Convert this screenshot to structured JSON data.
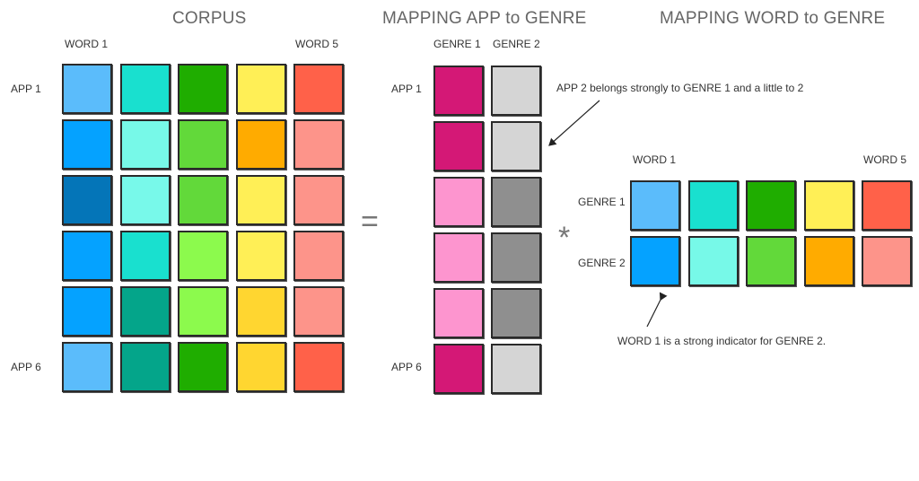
{
  "titles": {
    "corpus": "CORPUS",
    "app_genre": "MAPPING APP to GENRE",
    "word_genre": "MAPPING WORD to GENRE"
  },
  "corpus": {
    "word_first": "WORD 1",
    "word_last": "WORD 5",
    "app_first": "APP 1",
    "app_last": "APP 6",
    "colors": [
      [
        "#5bbcfb",
        "#19e0cf",
        "#1fad00",
        "#ffef56",
        "#ff6149"
      ],
      [
        "#05a2ff",
        "#77f9e8",
        "#62d93a",
        "#ffab00",
        "#fd948a"
      ],
      [
        "#0475b8",
        "#78f9ea",
        "#62d93a",
        "#ffef56",
        "#fd948a"
      ],
      [
        "#05a2ff",
        "#19e0cf",
        "#8cfa4d",
        "#ffef56",
        "#fd948a"
      ],
      [
        "#05a2ff",
        "#04a58a",
        "#8cfa4d",
        "#ffd630",
        "#fd948a"
      ],
      [
        "#5bbcfb",
        "#04a58a",
        "#1fad00",
        "#ffd630",
        "#ff6149"
      ]
    ]
  },
  "app_genre": {
    "genre1": "GENRE 1",
    "genre2": "GENRE 2",
    "app_first": "APP 1",
    "app_last": "APP 6",
    "colors": [
      [
        "#d41876",
        "#d5d5d5"
      ],
      [
        "#d41876",
        "#d5d5d5"
      ],
      [
        "#fd95cf",
        "#8f8f8f"
      ],
      [
        "#fd95cf",
        "#8f8f8f"
      ],
      [
        "#fd95cf",
        "#8f8f8f"
      ],
      [
        "#d41876",
        "#d5d5d5"
      ]
    ]
  },
  "word_genre": {
    "word_first": "WORD 1",
    "word_last": "WORD 5",
    "genre1": "GENRE 1",
    "genre2": "GENRE 2",
    "colors": [
      [
        "#5bbcfb",
        "#19e0cf",
        "#1fad00",
        "#ffef56",
        "#ff6149"
      ],
      [
        "#05a2ff",
        "#77f9e8",
        "#62d93a",
        "#ffab00",
        "#fd948a"
      ]
    ]
  },
  "operators": {
    "equals": "=",
    "times": "*"
  },
  "notes": {
    "app_note": "APP 2 belongs strongly to GENRE 1 and a little to 2",
    "word_note": "WORD 1 is a strong indicator for GENRE 2."
  }
}
